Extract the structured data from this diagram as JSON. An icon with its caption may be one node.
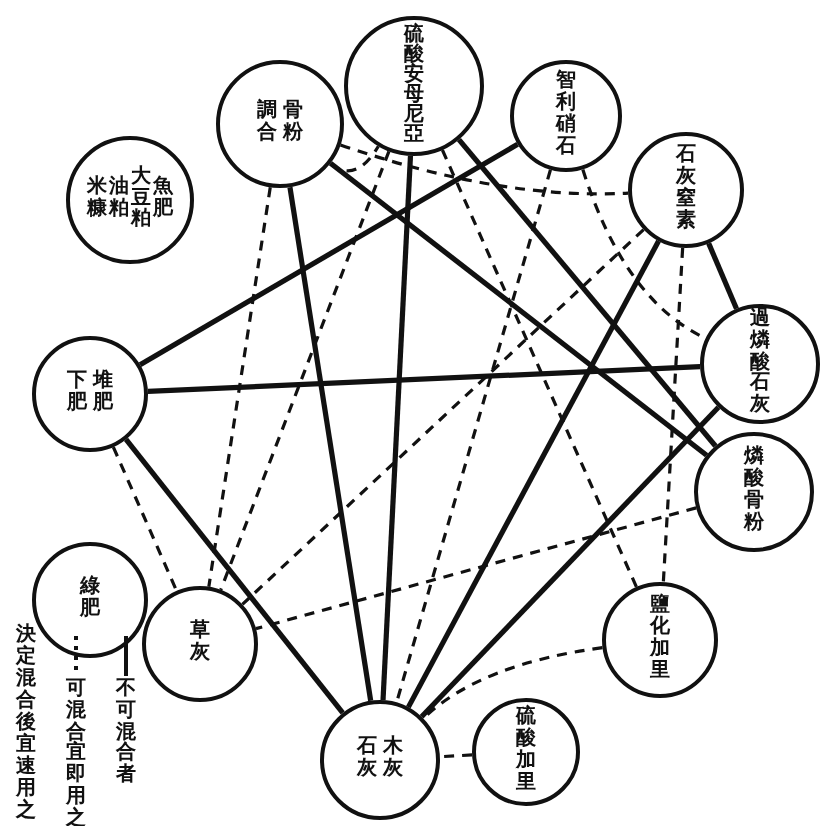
{
  "diagram": {
    "nodes": [
      {
        "text": [
          "調合",
          "骨粉"
        ]
      },
      {
        "text": [
          "硫酸安母尼亞"
        ]
      },
      {
        "text": [
          "智利硝石"
        ]
      },
      {
        "text": [
          "石灰窒素"
        ]
      },
      {
        "text": [
          "過燐酸石灰"
        ]
      },
      {
        "text": [
          "燐酸骨粉"
        ]
      },
      {
        "text": [
          "鹽化加里"
        ]
      },
      {
        "text": [
          "硫酸加里"
        ]
      },
      {
        "text": [
          "石灰",
          "木灰"
        ]
      },
      {
        "text": [
          "草灰"
        ]
      },
      {
        "text": [
          "綠肥"
        ]
      },
      {
        "text": [
          "下肥",
          "堆肥"
        ]
      },
      {
        "text": [
          "米糠",
          "油粕",
          "大豆粕",
          "魚肥"
        ]
      }
    ],
    "edges": [
      {
        "from": 8,
        "to": 0,
        "arrow": "none"
      },
      {
        "from": 8,
        "to": 1,
        "arrow": "none"
      },
      {
        "from": 8,
        "to": 11,
        "arrow": "none"
      },
      {
        "from": 8,
        "to": 4,
        "arrow": "none"
      },
      {
        "from": 8,
        "to": 3,
        "arrow": "none"
      },
      {
        "from": 11,
        "to": 2,
        "arrow": "none"
      },
      {
        "from": 11,
        "to": 4,
        "arrow": "none"
      },
      {
        "from": 0,
        "to": 5,
        "arrow": "none"
      },
      {
        "from": 1,
        "to": 5,
        "arrow": "none"
      },
      {
        "from": 3,
        "to": 4,
        "arrow": "none"
      },
      {
        "from": 0,
        "to": 1,
        "arrow": "none",
        "style": "dashed"
      },
      {
        "from": 0,
        "to": 3,
        "arrow": "none",
        "style": "dashed"
      },
      {
        "from": 0,
        "to": 9,
        "arrow": "none",
        "style": "dashed"
      },
      {
        "from": 1,
        "to": 9,
        "arrow": "none",
        "style": "dashed"
      },
      {
        "from": 1,
        "to": 6,
        "arrow": "none",
        "style": "dashed"
      },
      {
        "from": 2,
        "to": 8,
        "arrow": "none",
        "style": "dashed"
      },
      {
        "from": 2,
        "to": 4,
        "arrow": "none",
        "style": "dashed"
      },
      {
        "from": 3,
        "to": 9,
        "arrow": "none",
        "style": "dashed"
      },
      {
        "from": 3,
        "to": 6,
        "arrow": "none",
        "style": "dashed"
      },
      {
        "from": 5,
        "to": 9,
        "arrow": "none",
        "style": "dashed"
      },
      {
        "from": 6,
        "to": 8,
        "arrow": "none",
        "style": "dashed"
      },
      {
        "from": 7,
        "to": 8,
        "arrow": "none",
        "style": "dashed"
      },
      {
        "from": 11,
        "to": 9,
        "arrow": "none",
        "style": "dashed"
      }
    ],
    "labels": [
      "決定混合後宜速用之"
    ],
    "legend": [
      {
        "text": "可混合宜即用之"
      },
      {
        "text": "不可混合者"
      }
    ]
  }
}
